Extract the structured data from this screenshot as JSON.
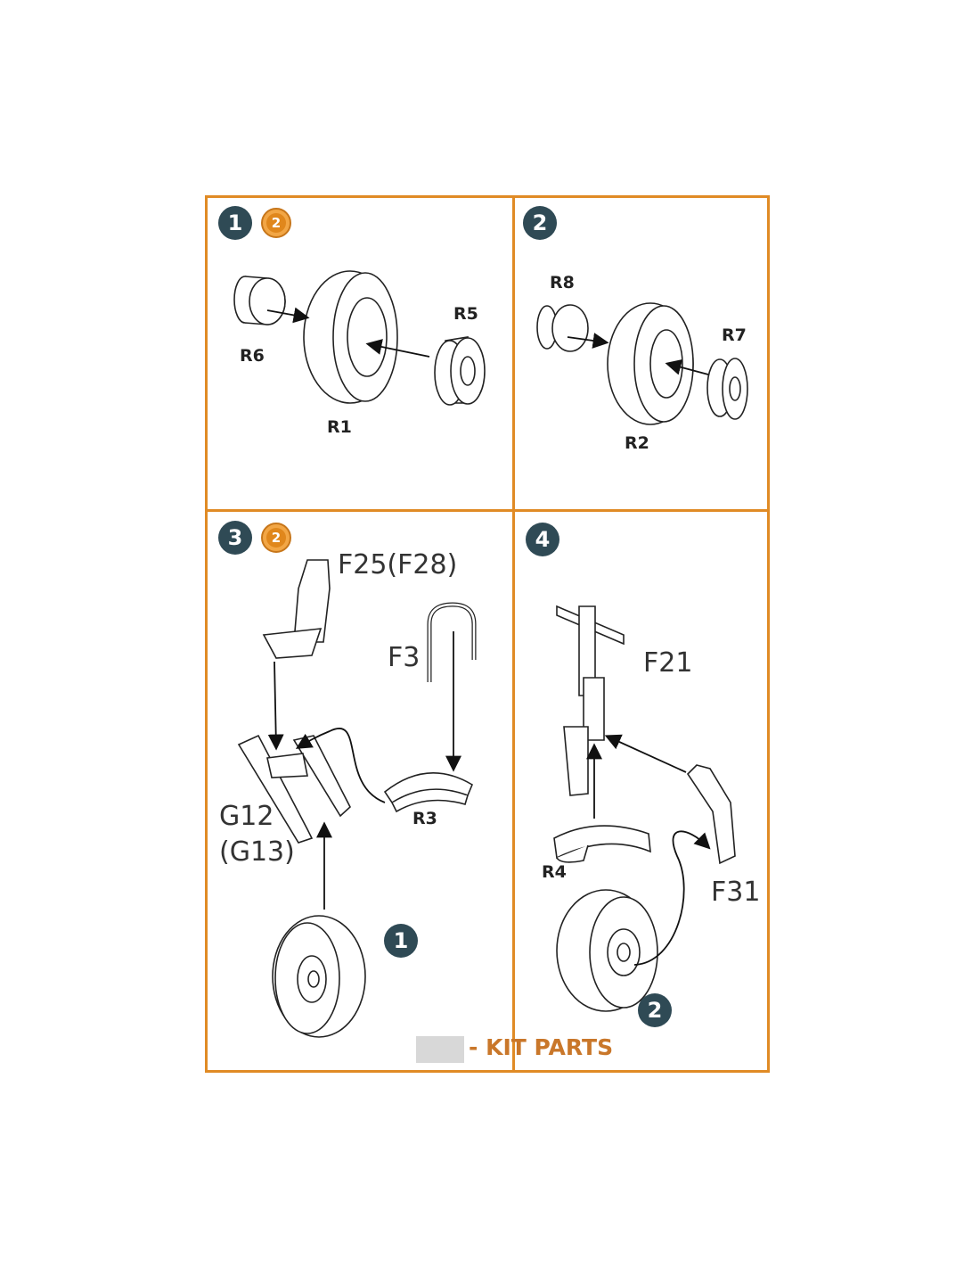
{
  "steps": {
    "s1": {
      "number": "1",
      "ref": "2"
    },
    "s2": {
      "number": "2"
    },
    "s3": {
      "number": "3",
      "ref": "2"
    },
    "s4": {
      "number": "4"
    }
  },
  "labels": {
    "r6": "R6",
    "r1": "R1",
    "r5": "R5",
    "r8": "R8",
    "r2": "R2",
    "r7": "R7",
    "f25": "F25(F28)",
    "f3": "F3",
    "g12": "G12",
    "g13": "(G13)",
    "r3": "R3",
    "f21": "F21",
    "r4": "R4",
    "f31": "F31"
  },
  "subassembly_markers": {
    "m1": "1",
    "m2": "2"
  },
  "legend": {
    "text": "- KIT PARTS",
    "swatch_color": "#d8d8d8"
  },
  "colors": {
    "frame": "#e08b25",
    "step_badge": "#2f4a55",
    "ref_badge": "#e0871c"
  }
}
